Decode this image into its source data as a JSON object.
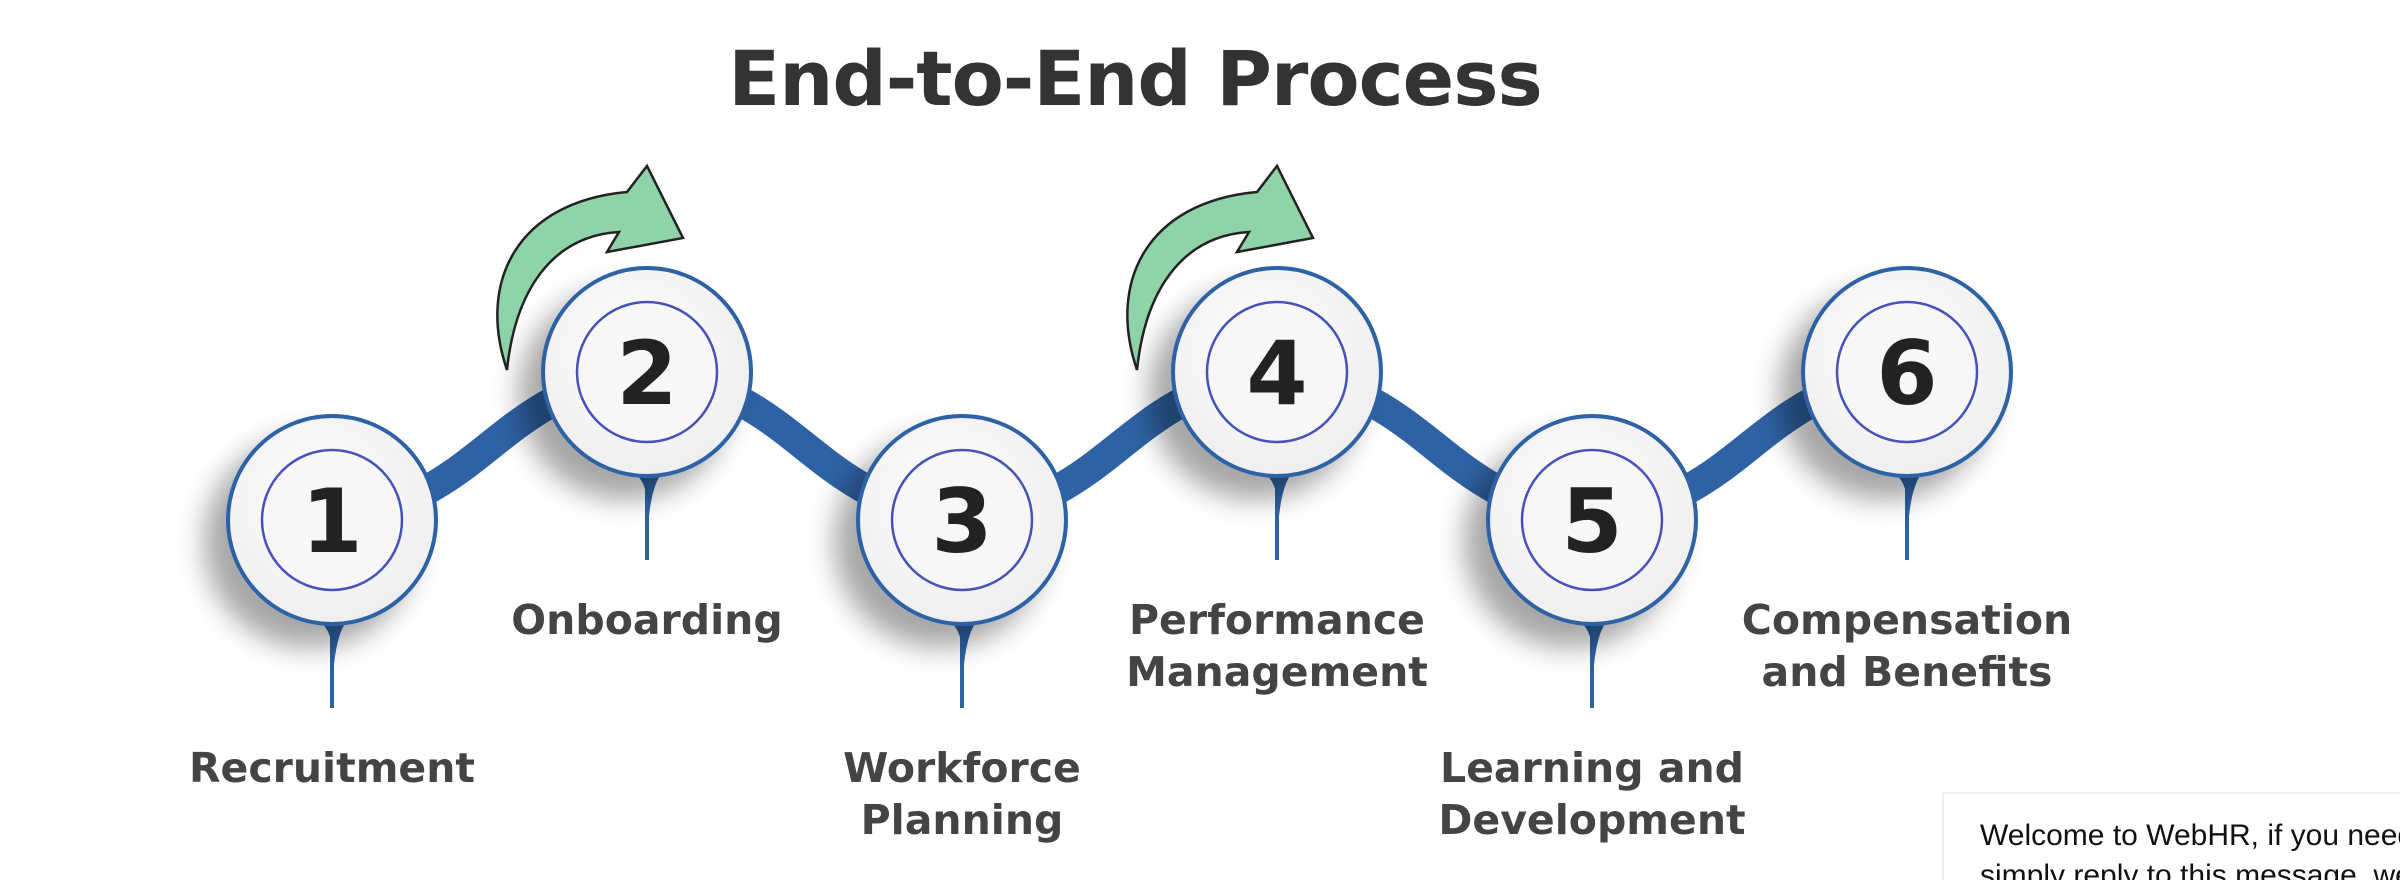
{
  "title": "End-to-End Process",
  "colors": {
    "track": "#2e62a4",
    "ring_outer": "#2e62a4",
    "ring_inner": "#4652b8",
    "node_fill": "#f7f7f7",
    "arrow_fill": "#8fd3a9",
    "arrow_stroke": "#222222",
    "text": "#444444"
  },
  "steps": [
    {
      "number": "1",
      "label": "Recruitment",
      "position": "low"
    },
    {
      "number": "2",
      "label": "Onboarding",
      "position": "high"
    },
    {
      "number": "3",
      "label": "Workforce\nPlanning",
      "position": "low"
    },
    {
      "number": "4",
      "label": "Performance\nManagement",
      "position": "high"
    },
    {
      "number": "5",
      "label": "Learning and\nDevelopment",
      "position": "low"
    },
    {
      "number": "6",
      "label": "Compensation\nand Benefits",
      "position": "high"
    }
  ],
  "arrows": [
    {
      "name": "curved-arrow-icon",
      "near_step": "2"
    },
    {
      "name": "curved-arrow-icon",
      "near_step": "4"
    }
  ],
  "chat": {
    "line1": "Welcome to WebHR, if you need help",
    "line2": "simply reply to this message, we are"
  }
}
